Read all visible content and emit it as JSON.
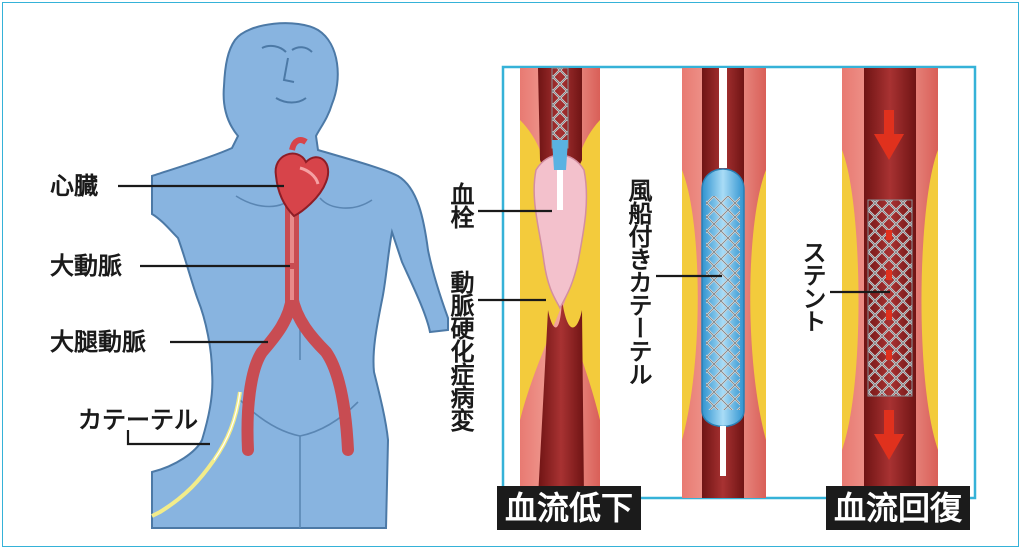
{
  "labels": {
    "heart": "心臓",
    "aorta": "大動脈",
    "femoral_artery": "大腿動脈",
    "catheter": "カテーテル",
    "thrombus": "血栓",
    "atherosclerosis": "動脈硬化症病変",
    "balloon_catheter": "風船付きカテーテル",
    "stent": "ステント"
  },
  "panels": {
    "reduced_flow": "血流低下",
    "restored_flow": "血流回復"
  },
  "colors": {
    "frame": "#35b2d8",
    "body": "#88b4e0",
    "vessel_wall": "#e3726c",
    "vessel_lumen": "#8c1f1f",
    "plaque": "#f3cb3c",
    "thrombus": "#f3c1cc",
    "balloon": "#5ab2e2",
    "arrow": "#e0311d"
  }
}
